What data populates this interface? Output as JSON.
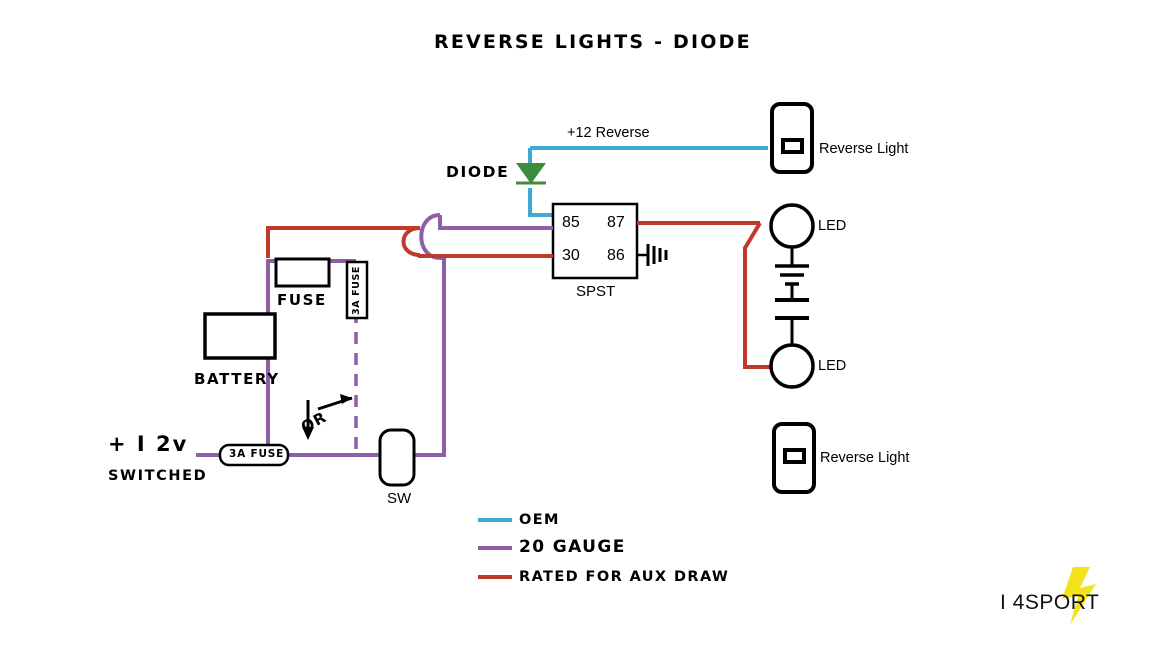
{
  "title": "REVERSE  LIGHTS  -  DIODE",
  "colors": {
    "oem": "#41a8cf",
    "gauge20": "#8d5fa8",
    "aux": "#c0392b",
    "diode": "#3d8b3d",
    "black": "#000000",
    "watermark_bolt": "#f2e31a"
  },
  "labels": {
    "reverse_feed": "+12 Reverse",
    "diode": "DIODE",
    "reverse_light_top": "Reverse Light",
    "reverse_light_bottom": "Reverse Light",
    "led_top": "LED",
    "led_bottom": "LED",
    "relay_85": "85",
    "relay_87": "87",
    "relay_30": "30",
    "relay_86": "86",
    "relay_type": "SPST",
    "fuse": "FUSE",
    "fuse_3a_vertical": "3A FUSE",
    "fuse_3a_inline": "3A FUSE",
    "battery": "BATTERY",
    "switched_12v": "+ I 2v",
    "switched": "SWITCHED",
    "or": "OR",
    "switch": "SW"
  },
  "legend": [
    {
      "label": "OEM",
      "color": "#41a8cf"
    },
    {
      "label": "20 GAUGE",
      "color": "#8d5fa8"
    },
    {
      "label": "RATED  FOR  AUX  DRAW",
      "color": "#c0392b"
    }
  ],
  "watermark": "I 4SPORT"
}
